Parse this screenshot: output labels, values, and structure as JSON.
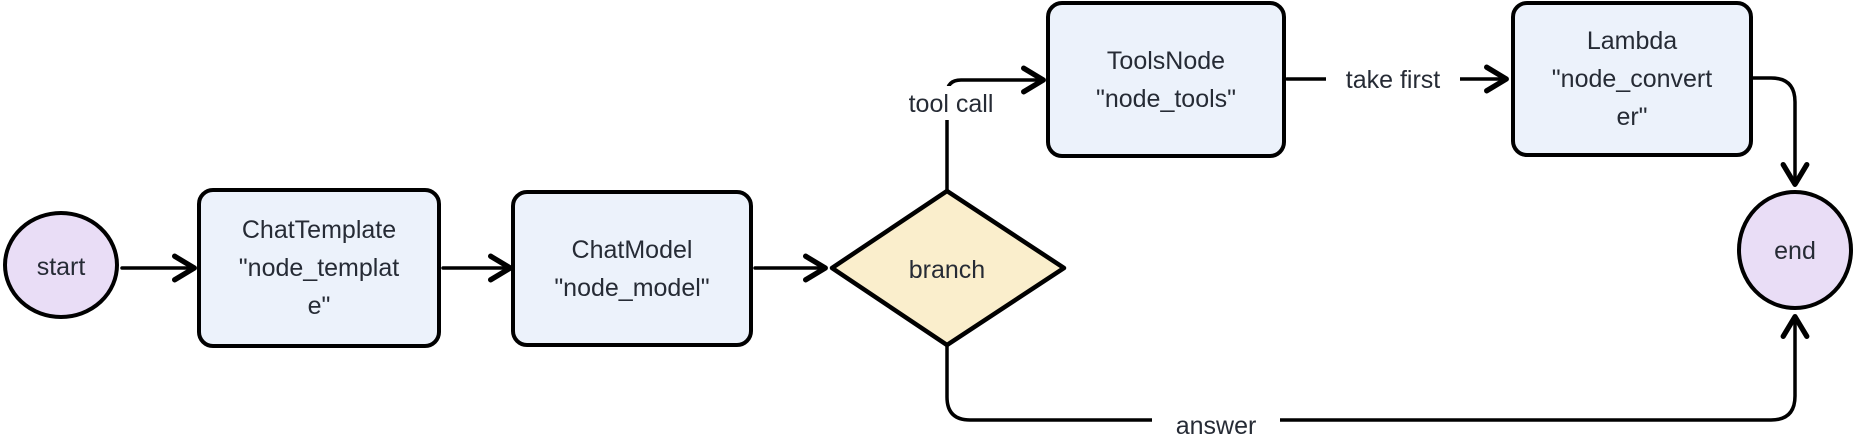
{
  "diagram": {
    "background": "#ffffff",
    "stroke": "#000000",
    "text_color": "#262b35",
    "label_bg": "#ffffff",
    "node_fills": {
      "circle": "#e9ddf6",
      "box": "#ecf2fb",
      "diamond": "#faeecc"
    }
  },
  "nodes": {
    "start": {
      "label": "start"
    },
    "chat_template": {
      "line1": "ChatTemplate",
      "line2": "\"node_templat",
      "line3": "e\""
    },
    "chat_model": {
      "line1": "ChatModel",
      "line2": "\"node_model\""
    },
    "branch": {
      "label": "branch"
    },
    "tools_node": {
      "line1": "ToolsNode",
      "line2": "\"node_tools\""
    },
    "lambda": {
      "line1": "Lambda",
      "line2": "\"node_convert",
      "line3": "er\""
    },
    "end": {
      "label": "end"
    }
  },
  "edges": {
    "start_to_chat_template": {
      "label": ""
    },
    "chat_template_to_chat_model": {
      "label": ""
    },
    "chat_model_to_branch": {
      "label": ""
    },
    "branch_to_tools": {
      "label": "tool call"
    },
    "tools_to_lambda": {
      "label": "take first"
    },
    "lambda_to_end": {
      "label": ""
    },
    "branch_to_end": {
      "label": "answer"
    }
  }
}
